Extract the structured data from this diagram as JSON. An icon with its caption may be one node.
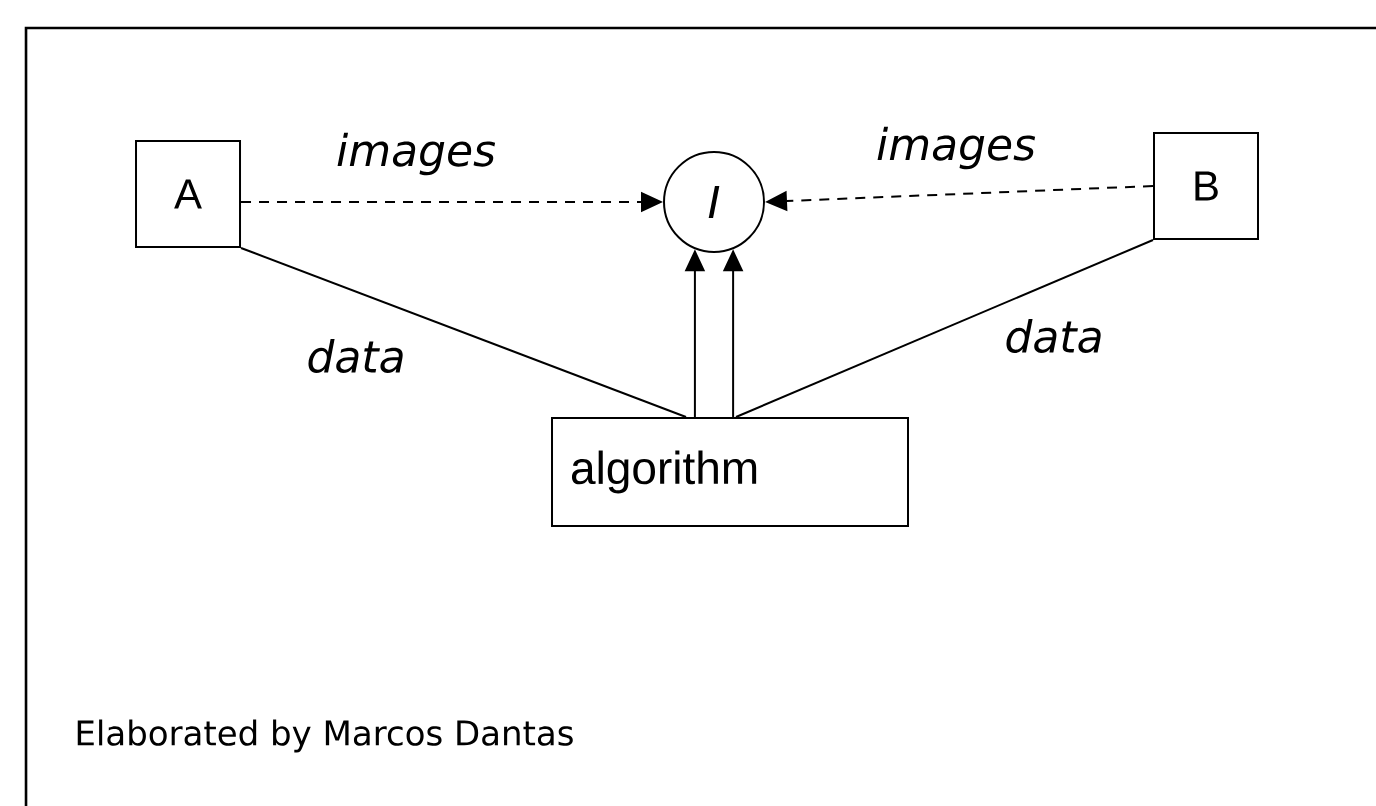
{
  "diagram": {
    "caption": "Elaborated by Marcos Dantas",
    "nodes": [
      {
        "text": [
          "A"
        ]
      },
      {
        "text": [
          "I"
        ]
      },
      {
        "text": [
          "B"
        ]
      },
      {
        "text": [
          "algorithm"
        ]
      }
    ],
    "edges": [
      {
        "from": 0,
        "to": 1,
        "arrow": "to",
        "label": "images",
        "style": "dashed"
      },
      {
        "from": 2,
        "to": 1,
        "arrow": "to",
        "label": "images",
        "style": "dashed"
      },
      {
        "from": 3,
        "to": 1,
        "arrow": "to"
      },
      {
        "from": 3,
        "to": 1,
        "arrow": "to"
      },
      {
        "from": 0,
        "to": 3,
        "arrow": "none",
        "label": "data"
      },
      {
        "from": 2,
        "to": 3,
        "arrow": "none",
        "label": "data"
      }
    ]
  }
}
